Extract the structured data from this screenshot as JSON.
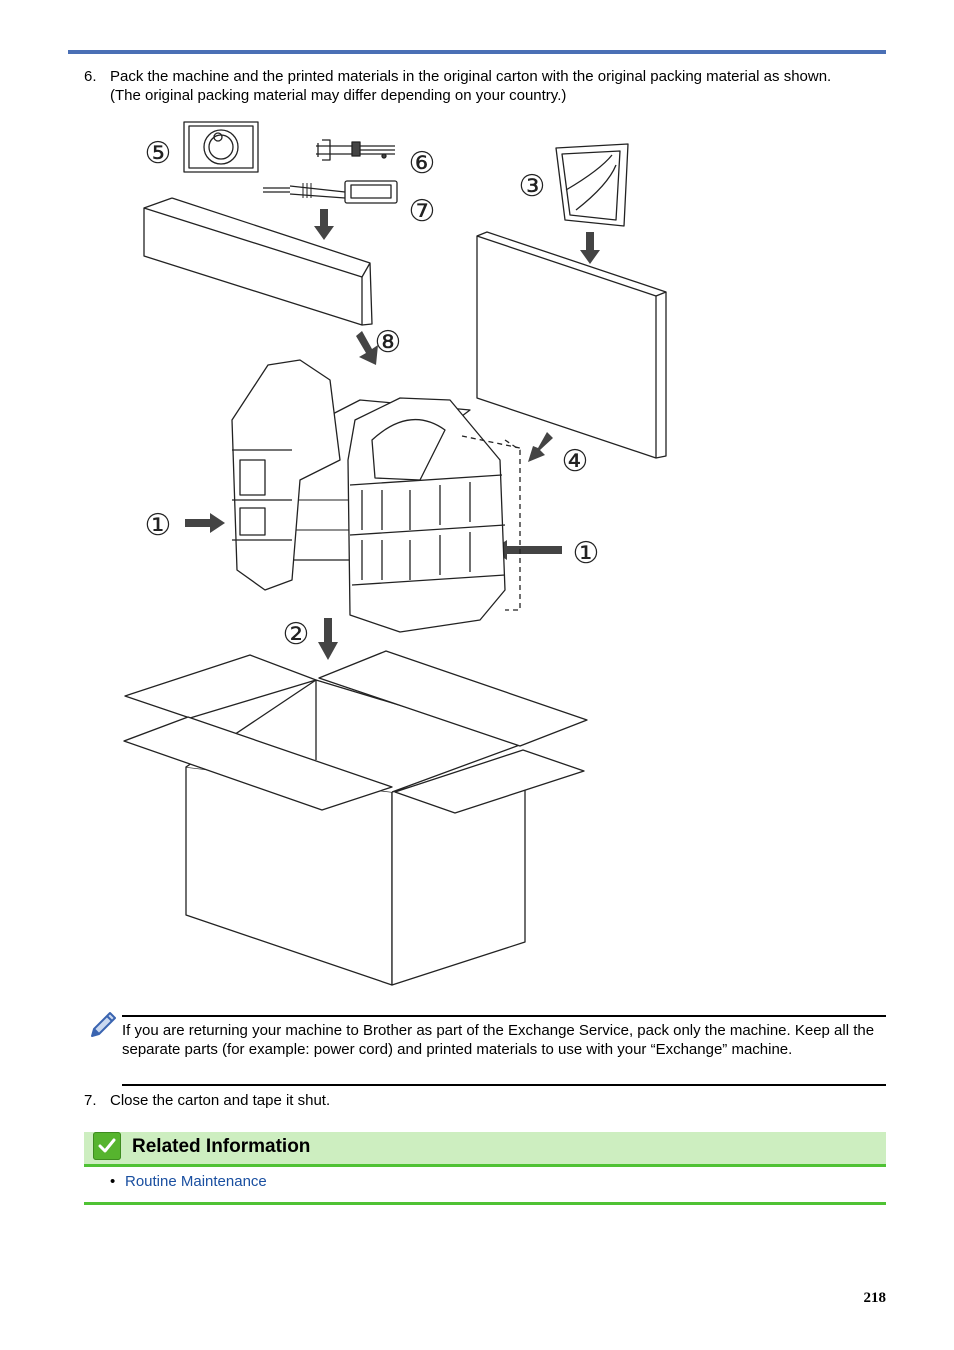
{
  "steps": [
    {
      "num": "6.",
      "lines": [
        "Pack the machine and the printed materials in the original carton with the original packing material as shown.",
        "(The original packing material may differ depending on your country.)"
      ]
    },
    {
      "num": "7.",
      "lines": [
        "Close the carton and tape it shut."
      ]
    }
  ],
  "figure": {
    "callouts": [
      "①",
      "②",
      "③",
      "④",
      "⑤",
      "⑥",
      "⑦",
      "⑧"
    ]
  },
  "note": {
    "icon": "pencil-icon",
    "text": "If you are returning your machine to Brother as part of the Exchange Service, pack only the machine. Keep all the separate parts (for example: power cord) and printed materials to use with your “Exchange” machine."
  },
  "related": {
    "icon": "checkmark-icon",
    "heading": "Related Information",
    "links": [
      "Routine Maintenance"
    ]
  },
  "page_number": "218",
  "colors": {
    "top_rule": "#4a6fb5",
    "related_bg": "#cdeec0",
    "related_rule": "#4fc234",
    "link": "#1a4fa0"
  }
}
